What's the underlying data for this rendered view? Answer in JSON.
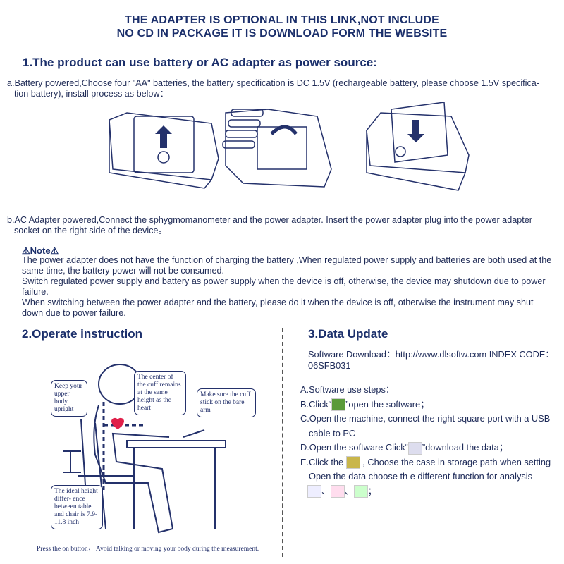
{
  "header": {
    "line1": "THE ADAPTER IS OPTIONAL IN THIS LINK,NOT INCLUDE",
    "line2": "NO CD IN PACKAGE IT IS DOWNLOAD FORM THE WEBSITE"
  },
  "section1": {
    "heading": "1.The product can use battery or AC adapter as power source:",
    "a_line1": "a.Battery powered,Choose four \"AA\" batteries, the battery specification is DC 1.5V (rechargeable battery, please choose 1.5V specifica-",
    "a_line2": "tion battery), install process as  below：",
    "b_line1": "b.AC Adapter powered,Connect the sphygmomanometer and the power adapter. Insert the power adapter plug into the power adapter",
    "b_line2": "socket on the right side of the device。",
    "note_title": "⚠Note⚠",
    "note_lines": [
      "The power adapter does not have the function of charging the battery ,When regulated power supply and batteries are both used at the",
      "same time, the battery power will not be consumed.",
      "Switch regulated power supply and battery as power supply when the device is off, otherwise, the device may shutdown due to power",
      "failure.",
      "When switching between the power adapter and the battery, please do it when the device is off, otherwise the instrument may shut",
      "down due to power failure."
    ]
  },
  "section2": {
    "heading": "2.Operate instruction",
    "bubbles": [
      "Keep your upper body upright",
      "The center of the cuff remains at the same height as the heart",
      "Make sure the cuff stick on the bare arm",
      "The ideal height differ- ence between table and chair is 7.9-11.8 inch"
    ],
    "caption": "Press the on button， Avoid talking or moving your body during the measurement."
  },
  "section3": {
    "heading": "3.Data Update",
    "download_line1": "Software Download：http://www.dlsoftw.com INDEX CODE：",
    "download_line2": "06SFB031",
    "step_a": "A.Software use steps：",
    "step_b_pre": "B.Click“",
    "step_b_post": "”open the software；",
    "step_c1": "C.Open the machine, connect the right square port with a USB",
    "step_c2": "cable to PC",
    "step_d_pre": "D.Open the software Click“",
    "step_d_post": "”download the data；",
    "step_e_pre": "E.Click the",
    "step_e_post": ", Choose the case in storage path when setting",
    "step_e2": "Open the data choose th e different function for analysis",
    "sep": "、",
    "end": "；"
  }
}
